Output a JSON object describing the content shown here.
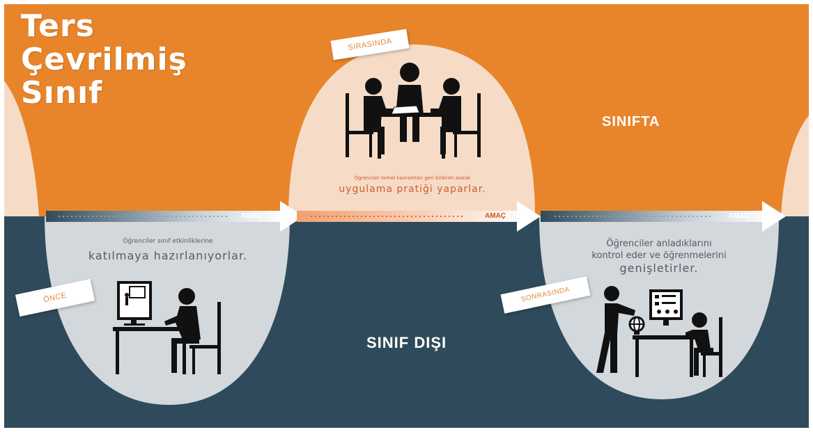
{
  "title": {
    "line1": "Ters",
    "line2": "Çevrilmiş",
    "line3": "Sınıf"
  },
  "sections": {
    "in_class": "SINIFTA",
    "out_of_class": "SINIF DIŞI"
  },
  "stages": {
    "before": {
      "tag": "ÖNCE",
      "description_small": "Öğrenciler sınıf etkinliklerine",
      "description_large": "katılmaya hazırlanıyorlar.",
      "goal": "AMAÇ"
    },
    "during": {
      "tag": "SIRASINDA",
      "description_small": "Öğrenciler temel kavramları geri bildirim alarak",
      "description_large": "uygulama pratiği yaparlar.",
      "goal": "AMAÇ"
    },
    "after": {
      "tag": "SONRASINDA",
      "description_line1": "Öğrenciler anladıklarını",
      "description_line2": "kontrol eder ve öğrenmelerini",
      "description_line3": "genişletirler.",
      "goal": "AMAÇ"
    }
  },
  "colors": {
    "orange": "#e8852b",
    "navy": "#2f4b5b",
    "peach": "#f6dcc7",
    "grey_oval": "#d3d8dd",
    "figure": "#111111"
  },
  "icons": {
    "before": "student-at-computer-icon",
    "during": "group-at-table-icon",
    "after": "teacher-with-globe-and-student-icon"
  }
}
